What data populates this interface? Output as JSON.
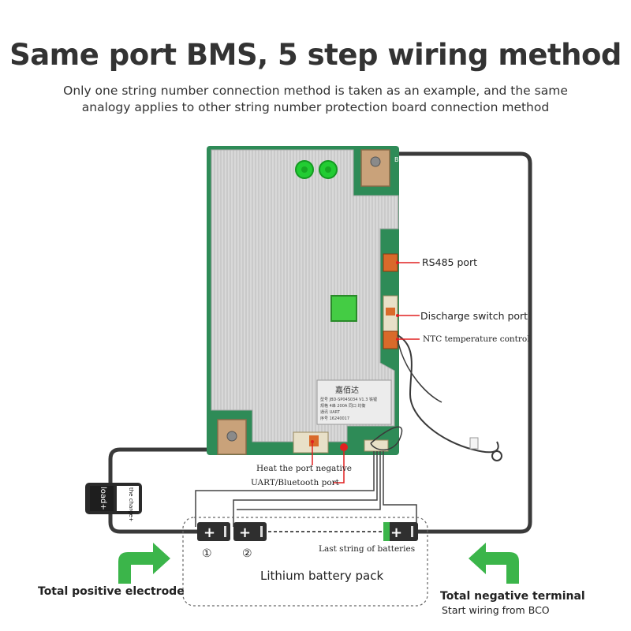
{
  "header": {
    "title": "Same port BMS, 5 step wiring method",
    "subtitle_line1": "Only one string number connection method is taken as an example, and the same",
    "subtitle_line2": "analogy applies to other string number protection board connection method"
  },
  "labels": {
    "rs485": "RS485 port",
    "discharge_switch": "Discharge switch port",
    "ntc": "NTC temperature control",
    "heat_port": "Heat the port negative",
    "uart": "UART/Bluetooth port",
    "last_string": "Last string of batteries",
    "pack": "Lithium battery pack",
    "total_positive": "Total positive electrode",
    "total_negative": "Total negative terminal",
    "start_wiring": "Start wiring from BCO",
    "load": "load+",
    "charge": "the charge+",
    "step1": "①",
    "step2": "②"
  },
  "board_label": {
    "brand": "嘉佰达",
    "line1": "型号 JBD-SP04S034 V1.3 铁锂",
    "line2": "规格 4串 200A 同口 均衡",
    "line3": "通讯 UART",
    "line4": "序号 16240017"
  },
  "colors": {
    "heatsink": "#cfcfcf",
    "pcb": "#2e8b57",
    "wire": "#3a3a3a",
    "arrow": "#3bb54a",
    "pointer": "#e02020"
  }
}
